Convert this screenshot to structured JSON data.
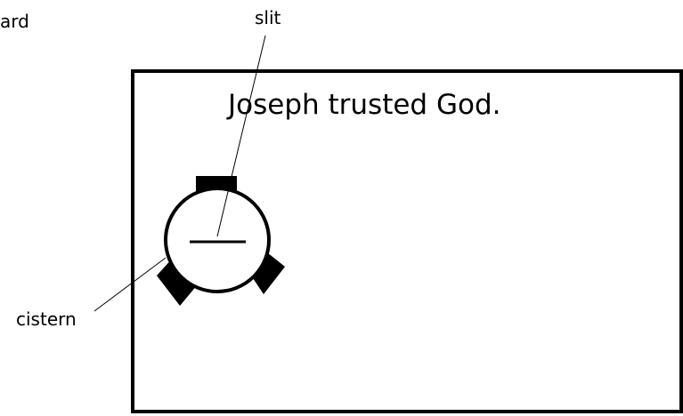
{
  "labels": {
    "top_left_cut": "ard",
    "slit": "slit",
    "cistern": "cistern"
  },
  "card": {
    "caption": "Joseph trusted God."
  },
  "colors": {
    "ink": "#000000",
    "background": "#ffffff"
  }
}
